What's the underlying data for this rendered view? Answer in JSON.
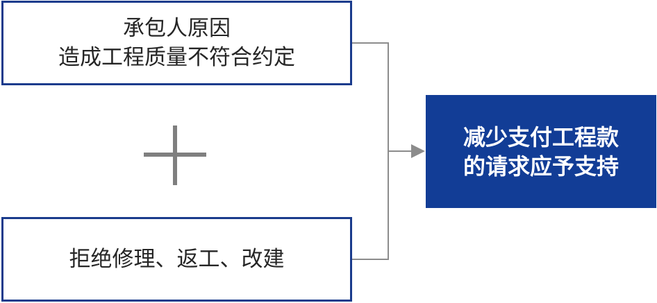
{
  "top_box": {
    "line1": "承包人原因",
    "line2": "造成工程质量不符合约定"
  },
  "bottom_box": {
    "line1": "拒绝修理、返工、改建"
  },
  "operator": "plus",
  "result_box": {
    "line1": "减少支付工程款",
    "line2": "的请求应予支持"
  },
  "colors": {
    "box_border": "#1a3b8c",
    "result_fill": "#123d96",
    "result_text": "#ffffff",
    "connector": "#8c8c8c",
    "plus": "#7f7f7f",
    "text": "#262626"
  }
}
